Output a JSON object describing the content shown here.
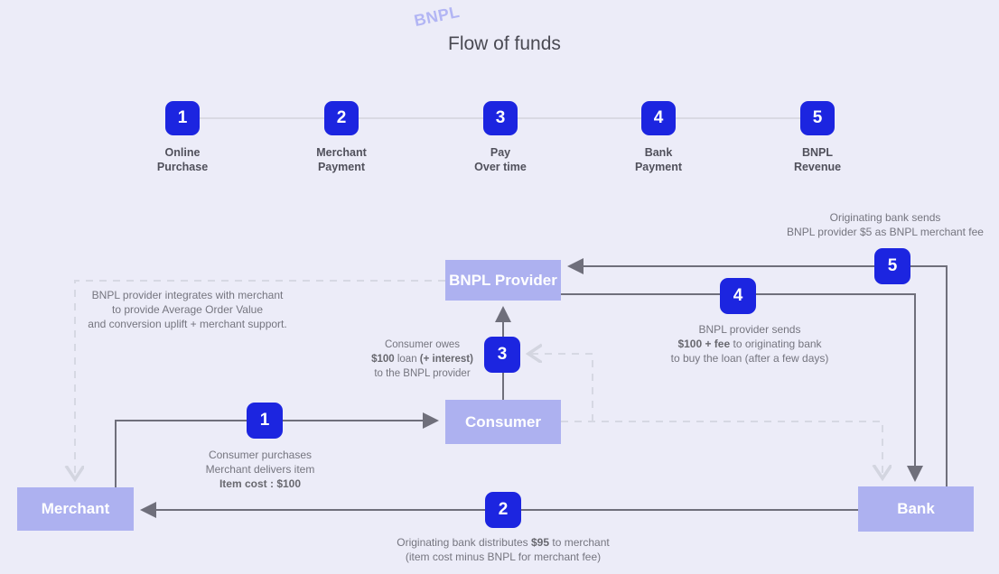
{
  "title": {
    "stamp": "BNPL",
    "main": "Flow of funds"
  },
  "colors": {
    "background": "#ececf8",
    "badge_blue": "#1c25e0",
    "node_purple": "#adb1f0",
    "arrow_solid": "#6f6f7b",
    "arrow_dashed": "#d6d8e3",
    "timeline_line": "#d9d9e3",
    "text_gray": "#75757f",
    "title_gray": "#4a4a53"
  },
  "timeline": {
    "steps": [
      {
        "number": "1",
        "line1": "Online",
        "line2": "Purchase"
      },
      {
        "number": "2",
        "line1": "Merchant",
        "line2": "Payment"
      },
      {
        "number": "3",
        "line1": "Pay",
        "line2": "Over time"
      },
      {
        "number": "4",
        "line1": "Bank",
        "line2": "Payment"
      },
      {
        "number": "5",
        "line1": "BNPL",
        "line2": "Revenue"
      }
    ]
  },
  "nodes": {
    "bnpl_provider": {
      "label": "BNPL Provider"
    },
    "consumer": {
      "label": "Consumer"
    },
    "merchant": {
      "label": "Merchant"
    },
    "bank": {
      "label": "Bank"
    }
  },
  "flow_badges": {
    "b1": "1",
    "b2": "2",
    "b3": "3",
    "b4": "4",
    "b5": "5"
  },
  "annotations": {
    "integration": {
      "l1": "BNPL provider integrates with merchant",
      "l2": "to provide Average Order Value",
      "l3": "and conversion uplift + merchant support."
    },
    "purchase": {
      "l1": "Consumer purchases",
      "l2": "Merchant delivers item",
      "l3": "Item cost : $100"
    },
    "owes": {
      "l1": "Consumer owes",
      "l2a": "$100",
      "l2b": " loan ",
      "l2c": "(+ interest)",
      "l3": "to the BNPL provider"
    },
    "distribute": {
      "l1a": "Originating bank distributes ",
      "l1b": "$95",
      "l1c": " to merchant",
      "l2": "(item cost minus BNPL for merchant fee)"
    },
    "sends_bank": {
      "l1": "BNPL provider sends",
      "l2a": "$100 + fee",
      "l2b": " to originating bank",
      "l3": "to buy the loan (after a few days)"
    },
    "merchant_fee": {
      "l1": "Originating bank sends",
      "l2": "BNPL provider $5 as BNPL merchant fee"
    }
  }
}
